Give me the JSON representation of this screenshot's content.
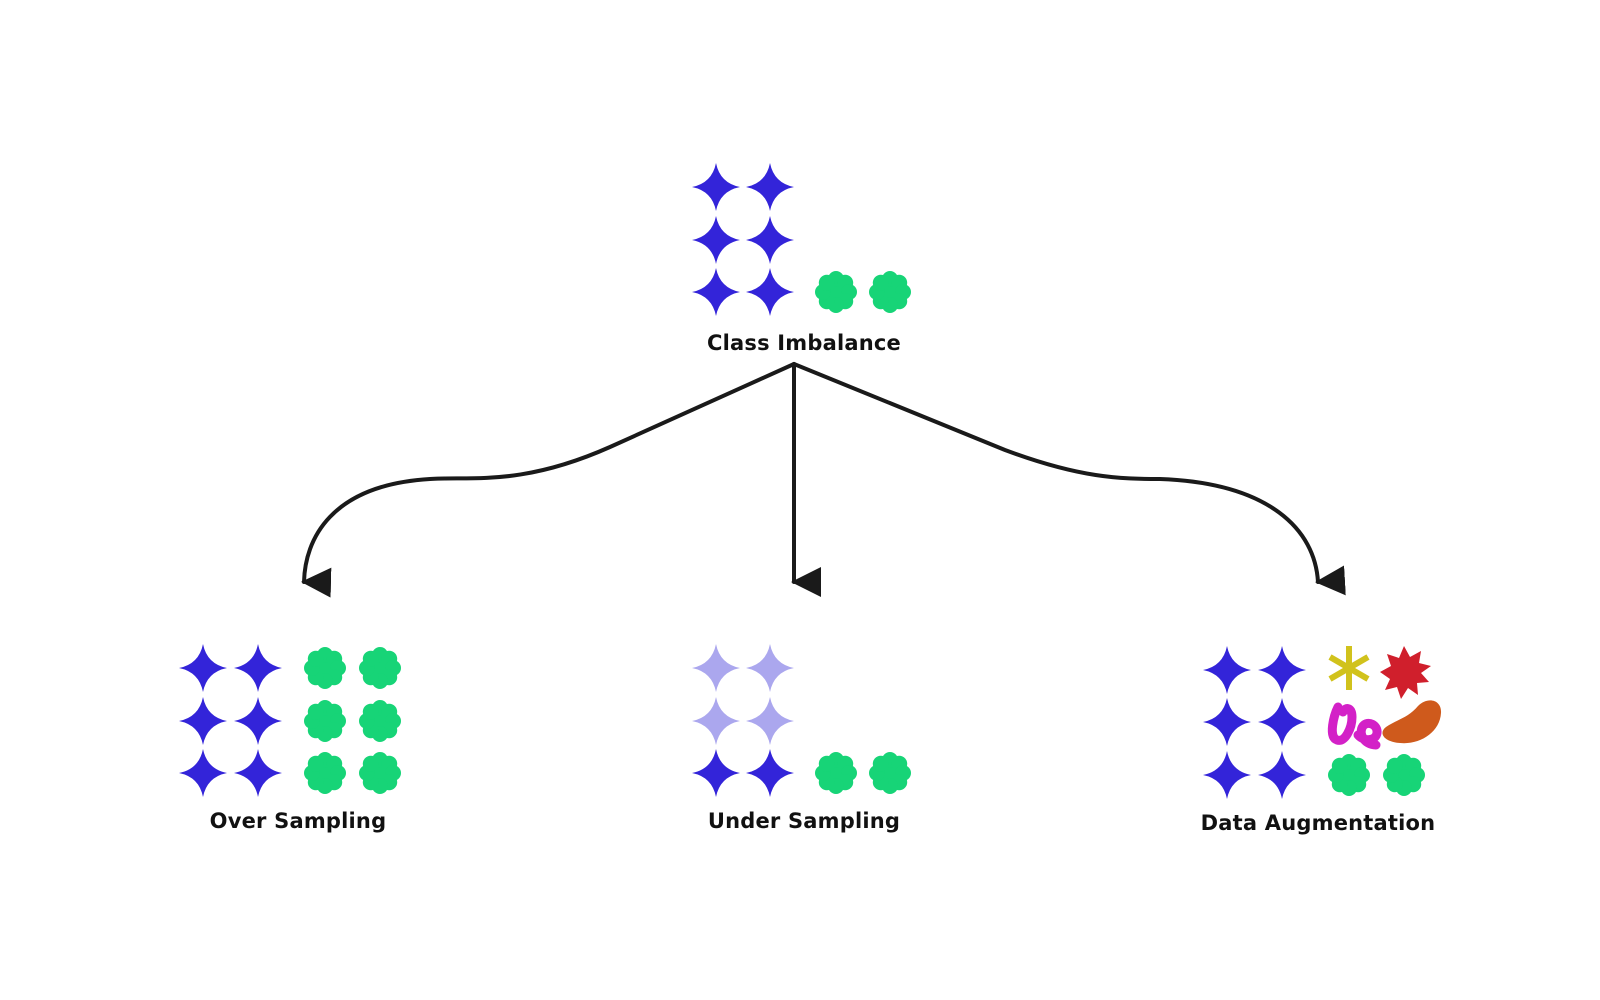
{
  "nodes": {
    "root": {
      "label": "Class Imbalance"
    },
    "over": {
      "label": "Over Sampling"
    },
    "under": {
      "label": "Under Sampling"
    },
    "augment": {
      "label": "Data Augmentation"
    }
  },
  "edges": [
    {
      "from": "root",
      "to": "over"
    },
    {
      "from": "root",
      "to": "under"
    },
    {
      "from": "root",
      "to": "augment"
    }
  ],
  "groups": {
    "root": {
      "majority_count": 6,
      "minority_count": 2
    },
    "over": {
      "majority_count": 6,
      "minority_count": 6
    },
    "under": {
      "majority_count": 2,
      "removed_majority_count": 4,
      "minority_count": 2
    },
    "augment": {
      "majority_count": 6,
      "minority_count": 2,
      "augmented_shapes": [
        "asterisk",
        "star-burst",
        "squiggle",
        "blob"
      ]
    }
  },
  "colors": {
    "majority": "#3324D9",
    "majority_removed": "#ABA7EE",
    "minority": "#17D477",
    "arrow": "#1a1a1a",
    "asterisk": "#D1C21C",
    "star_burst": "#D01F2C",
    "squiggle": "#D321C7",
    "blob": "#CF5A1C"
  }
}
